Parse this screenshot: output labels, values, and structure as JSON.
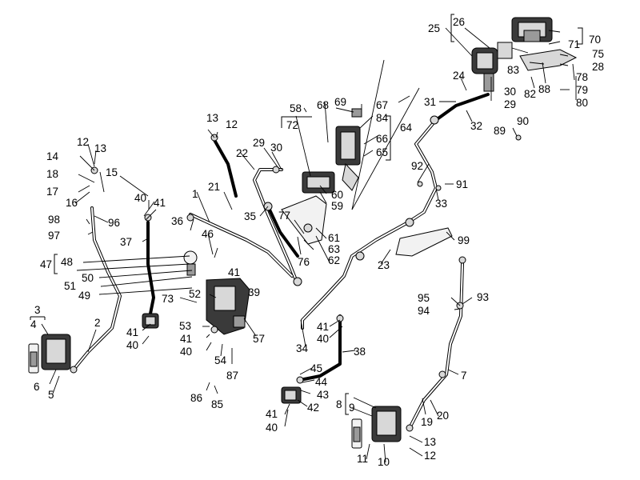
{
  "diagram": {
    "callouts": [
      "1",
      "2",
      "3",
      "4",
      "5",
      "6",
      "7",
      "8",
      "9",
      "10",
      "11",
      "12",
      "13",
      "14",
      "15",
      "16",
      "17",
      "18",
      "19",
      "20",
      "21",
      "22",
      "23",
      "24",
      "25",
      "26",
      "28",
      "29",
      "30",
      "31",
      "32",
      "33",
      "34",
      "35",
      "36",
      "37",
      "38",
      "39",
      "40",
      "41",
      "42",
      "43",
      "44",
      "45",
      "46",
      "47",
      "48",
      "49",
      "50",
      "51",
      "52",
      "53",
      "54",
      "57",
      "58",
      "59",
      "60",
      "61",
      "62",
      "63",
      "64",
      "65",
      "66",
      "67",
      "68",
      "69",
      "70",
      "71",
      "72",
      "73",
      "75",
      "76",
      "77",
      "78",
      "79",
      "80",
      "82",
      "83",
      "84",
      "85",
      "86",
      "87",
      "88",
      "89",
      "90",
      "91",
      "92",
      "93",
      "94",
      "95",
      "96",
      "97",
      "98",
      "99"
    ]
  }
}
